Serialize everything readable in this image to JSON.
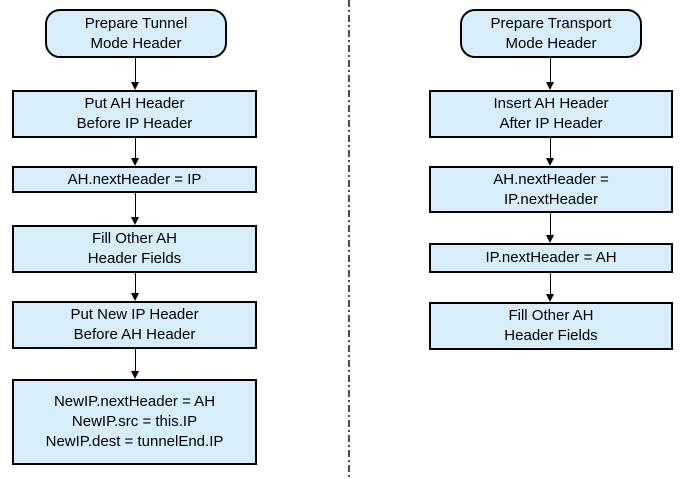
{
  "diagram": {
    "node_fill": "#d7eefa",
    "node_border": "#000000",
    "divider_color": "#4d4d4d",
    "arrow_color": "#000000",
    "flows": [
      {
        "name": "ah-tunnel-mode",
        "nodes": [
          {
            "label": "Prepare Tunnel\nMode Header",
            "shape": "rounded"
          },
          {
            "label": "Put AH Header\nBefore IP Header",
            "shape": "rect"
          },
          {
            "label": "AH.nextHeader = IP",
            "shape": "rect"
          },
          {
            "label": "Fill Other AH\nHeader Fields",
            "shape": "rect"
          },
          {
            "label": "Put New IP Header\nBefore AH Header",
            "shape": "rect"
          },
          {
            "label": "NewIP.nextHeader = AH\nNewIP.src = this.IP\nNewIP.dest = tunnelEnd.IP",
            "shape": "rect"
          }
        ]
      },
      {
        "name": "ah-transport-mode",
        "nodes": [
          {
            "label": "Prepare Transport\nMode Header",
            "shape": "rounded"
          },
          {
            "label": "Insert AH Header\nAfter IP Header",
            "shape": "rect"
          },
          {
            "label": "AH.nextHeader =\nIP.nextHeader",
            "shape": "rect"
          },
          {
            "label": "IP.nextHeader = AH",
            "shape": "rect"
          },
          {
            "label": "Fill Other AH\nHeader Fields",
            "shape": "rect"
          }
        ]
      }
    ]
  }
}
